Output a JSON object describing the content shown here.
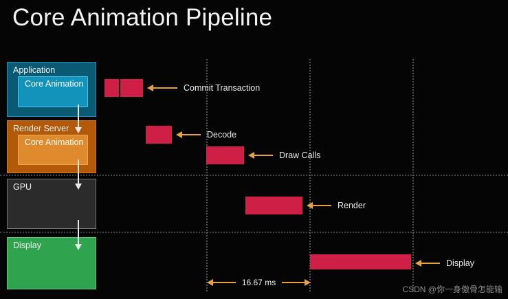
{
  "slide": {
    "title": "Core Animation Pipeline",
    "background_color": "#050505",
    "bar_color": "#ce1f47",
    "accent_arrow_color": "#e8a33d"
  },
  "layers": [
    {
      "name": "application",
      "label": "Application",
      "color": "#0a5a73",
      "inner_label": "Core Animation",
      "inner_color": "#1193bb"
    },
    {
      "name": "render-server",
      "label": "Render Server",
      "color": "#b35a0a",
      "inner_label": "Core Animation",
      "inner_color": "#e08a2e"
    },
    {
      "name": "gpu",
      "label": "GPU",
      "color": "#2b2b2b",
      "inner_label": null,
      "inner_color": null
    },
    {
      "name": "display",
      "label": "Display",
      "color": "#2fa34e",
      "inner_label": null,
      "inner_color": null
    }
  ],
  "phases": [
    {
      "name": "commit-transaction",
      "label": "Commit Transaction"
    },
    {
      "name": "decode",
      "label": "Decode"
    },
    {
      "name": "draw-calls",
      "label": "Draw Calls"
    },
    {
      "name": "render",
      "label": "Render"
    },
    {
      "name": "display",
      "label": "Display"
    }
  ],
  "measure": {
    "label": "16.67 ms"
  },
  "watermark": {
    "text": "CSDN @你一身傲骨怎能输"
  }
}
